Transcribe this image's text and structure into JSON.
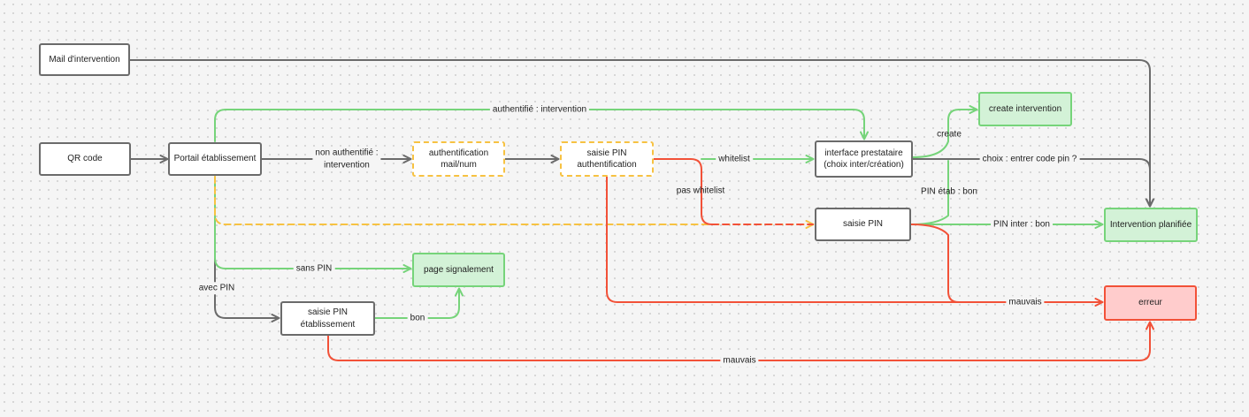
{
  "nodes": {
    "mail_intervention": "Mail d'intervention",
    "qr_code": "QR code",
    "portail_etablissement": "Portail établissement",
    "authentification_mail_num": "authentification\nmail/num",
    "saisie_pin_authentification": "saisie PIN\nauthentification",
    "interface_prestataire": "interface prestataire\n(choix inter/création)",
    "create_intervention": "create intervention",
    "intervention_planifiee": "Intervention planifiée",
    "saisie_pin": "saisie PIN",
    "page_signalement": "page signalement",
    "saisie_pin_etablissement": "saisie PIN\nétablissement",
    "erreur": "erreur"
  },
  "edge_labels": {
    "authentifie_intervention": "authentifié : intervention",
    "non_authentifie_intervention": "non authentifié :\nintervention",
    "whitelist": "whitelist",
    "pas_whitelist": "pas whitelist",
    "create": "create",
    "choix_entrer_code_pin": "choix : entrer code pin ?",
    "pin_etab_bon": "PIN étab : bon",
    "pin_inter_bon": "PIN inter : bon",
    "sans_pin": "sans PIN",
    "avec_pin": "avec PIN",
    "bon": "bon",
    "mauvais_1": "mauvais",
    "mauvais_2": "mauvais"
  },
  "colors": {
    "background": "#f5f5f5",
    "grey_line": "#6b6b6b",
    "green_line": "#76d47a",
    "yellow_line": "#f7c242",
    "red_line": "#f25138",
    "green_fill": "#d3f2d7",
    "red_fill": "#ffcccc"
  }
}
